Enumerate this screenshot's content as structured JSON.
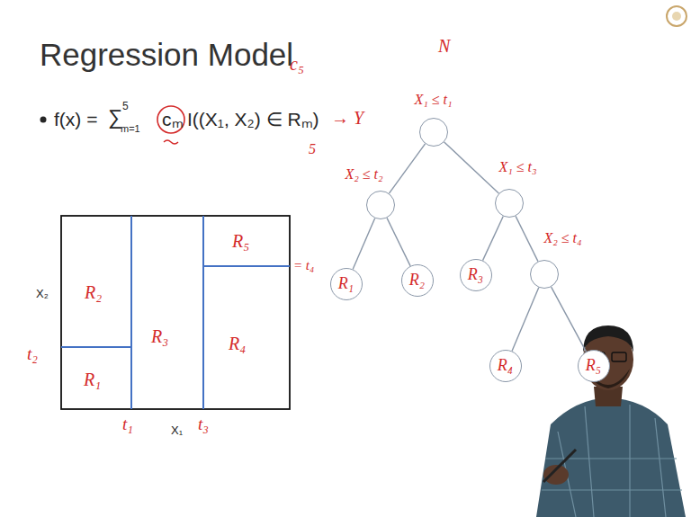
{
  "diagram": {
    "title": "Regression Model",
    "nodes": [
      {
        "text": [
          "X₁ ≤ t₁"
        ]
      },
      {
        "text": [
          "X₂ ≤ t₂"
        ]
      },
      {
        "text": [
          "X₁ ≤ t₃"
        ]
      },
      {
        "text": [
          "R₁"
        ]
      },
      {
        "text": [
          "R₂"
        ]
      },
      {
        "text": [
          "R₃"
        ]
      },
      {
        "text": [
          "X₂ ≤ t₄"
        ]
      },
      {
        "text": [
          "R₄"
        ]
      },
      {
        "text": [
          "R₅"
        ]
      }
    ],
    "edges": [
      {
        "from": 0,
        "to": 1,
        "arrow": "none"
      },
      {
        "from": 0,
        "to": 2,
        "arrow": "none"
      },
      {
        "from": 1,
        "to": 3,
        "arrow": "none"
      },
      {
        "from": 1,
        "to": 4,
        "arrow": "none"
      },
      {
        "from": 2,
        "to": 5,
        "arrow": "none"
      },
      {
        "from": 2,
        "to": 6,
        "arrow": "none"
      },
      {
        "from": 6,
        "to": 7,
        "arrow": "none"
      },
      {
        "from": 6,
        "to": 8,
        "arrow": "none"
      }
    ],
    "labels": [
      "c₅",
      "f(x) =",
      "∑",
      "5",
      "m=1",
      "cₘ",
      "I((X₁, X₂) ∈ Rₘ)",
      "→ Y",
      "5",
      "N",
      "R₂",
      "R₁",
      "R₃",
      "R₅",
      "R₄",
      "= t₄",
      "t₂",
      "t₁",
      "t₃",
      "X₁",
      "X₂"
    ]
  }
}
